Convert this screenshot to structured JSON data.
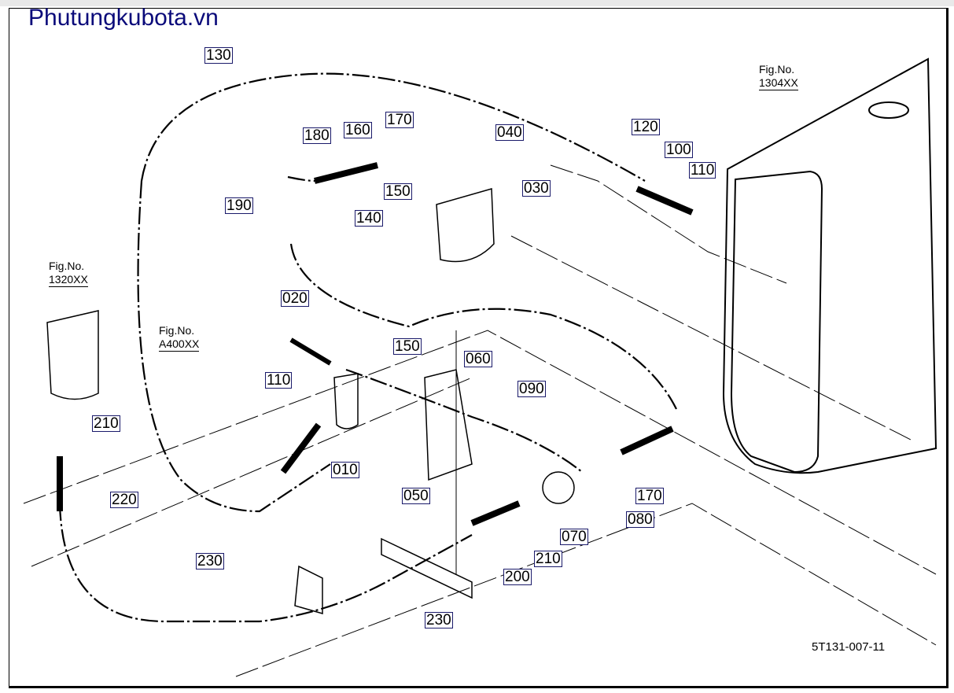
{
  "brand": "Phutungkubota.vn",
  "drawing_code": "5T131-007-11",
  "fig_refs": [
    {
      "title": "Fig.No.",
      "number": "1304XX"
    },
    {
      "title": "Fig.No.",
      "number": "1320XX"
    },
    {
      "title": "Fig.No.",
      "number": "A400XX"
    }
  ],
  "callouts": [
    "130",
    "180",
    "160",
    "170",
    "040",
    "120",
    "100",
    "110",
    "190",
    "150",
    "030",
    "140",
    "020",
    "150",
    "060",
    "090",
    "110",
    "210",
    "010",
    "050",
    "170",
    "220",
    "080",
    "070",
    "210",
    "200",
    "230",
    "230"
  ]
}
